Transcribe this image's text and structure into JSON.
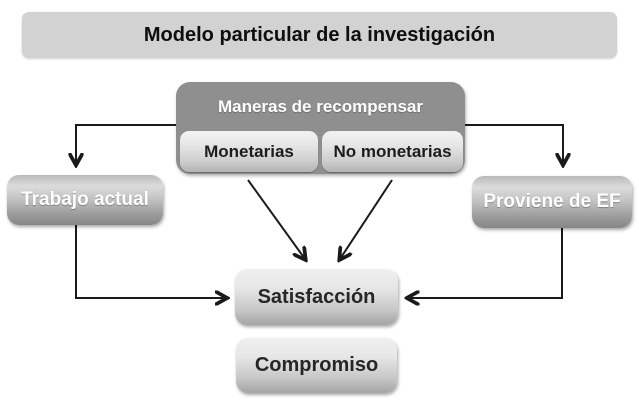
{
  "title": "Modelo particular de la investigación",
  "nodes": {
    "maneras": "Maneras de recompensar",
    "monetarias": "Monetarias",
    "no_monetarias": "No monetarias",
    "trabajo": "Trabajo actual",
    "proviene": "Proviene de EF",
    "satisfaccion": "Satisfacción",
    "compromiso": "Compromiso"
  },
  "colors": {
    "background": "#ffffff",
    "title_bar": "#d2d2d2",
    "group_box": "#8f8f90",
    "node_gradient_light_top": "#f0f0f0",
    "node_gradient_light_bottom": "#a4a4a4",
    "node_gradient_dark_top": "#b9b9b9",
    "node_gradient_dark_bottom": "#868686",
    "arrow": "#1a1a1a",
    "text_dark": "#1c1c1c",
    "text_light": "#ffffff"
  },
  "diagram_relations": [
    "Maneras de recompensar -> Trabajo actual",
    "Maneras de recompensar -> Proviene de EF",
    "Monetarias -> Satisfacción",
    "No monetarias -> Satisfacción",
    "Trabajo actual -> Satisfacción",
    "Proviene de EF -> Satisfacción"
  ]
}
